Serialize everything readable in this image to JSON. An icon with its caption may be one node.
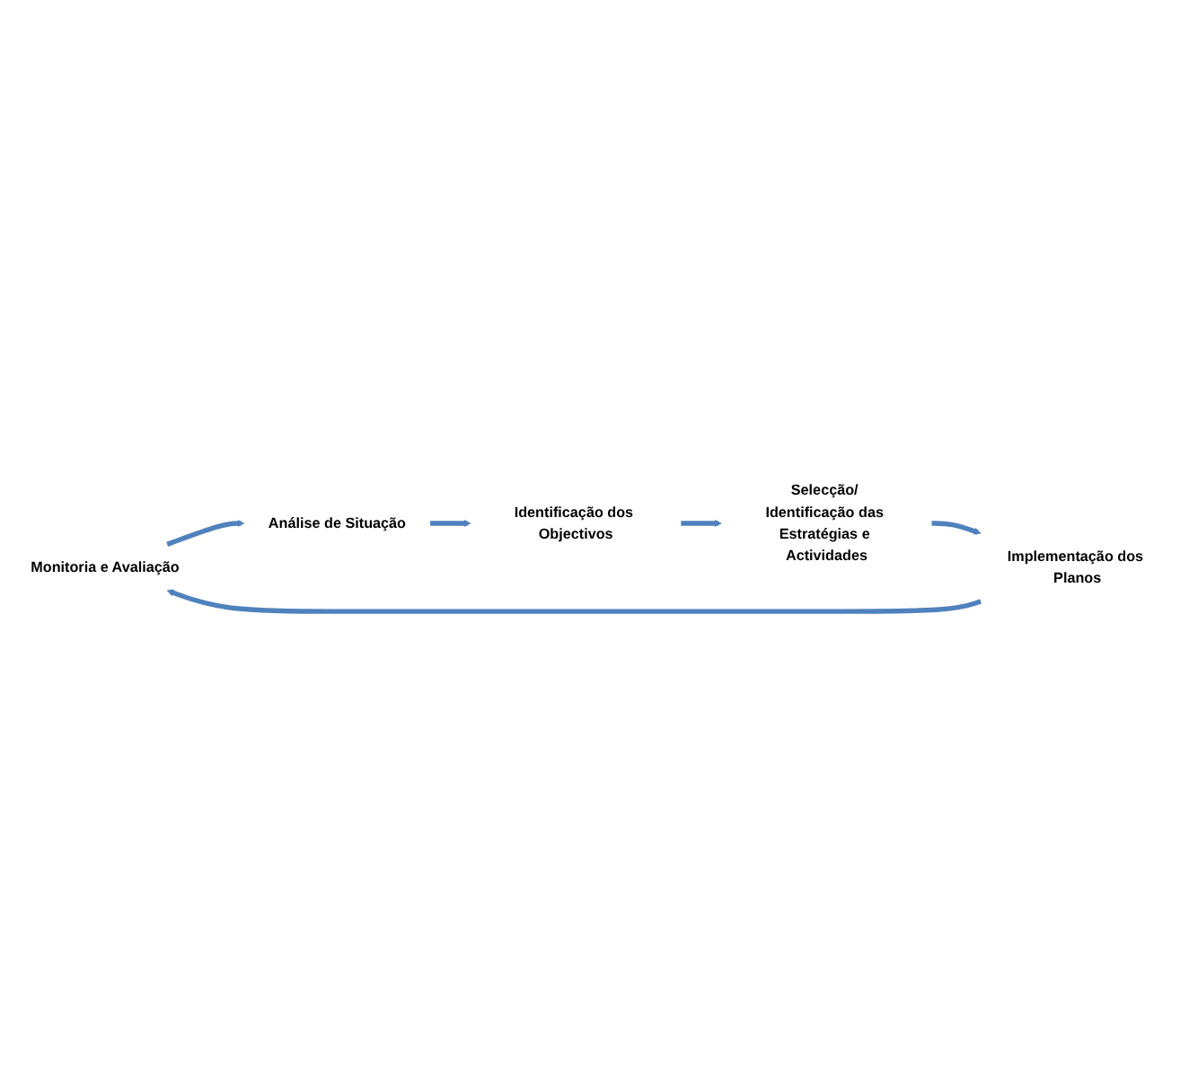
{
  "diagram": {
    "nodes": [
      {
        "text": [
          "Monitoria e Avaliação"
        ]
      },
      {
        "text": [
          "Análise de Situação"
        ]
      },
      {
        "text": [
          "Identificação dos Objectivos"
        ]
      },
      {
        "text": [
          "Selecção/ Identificação das Estratégias e Actividades"
        ]
      },
      {
        "text": [
          "Implementação dos Planos"
        ]
      }
    ],
    "edges": [
      {
        "from": 0,
        "to": 1,
        "arrow": "to"
      },
      {
        "from": 1,
        "to": 2,
        "arrow": "to"
      },
      {
        "from": 2,
        "to": 3,
        "arrow": "to"
      },
      {
        "from": 3,
        "to": 4,
        "arrow": "to"
      },
      {
        "from": 4,
        "to": 0,
        "arrow": "to"
      }
    ]
  }
}
